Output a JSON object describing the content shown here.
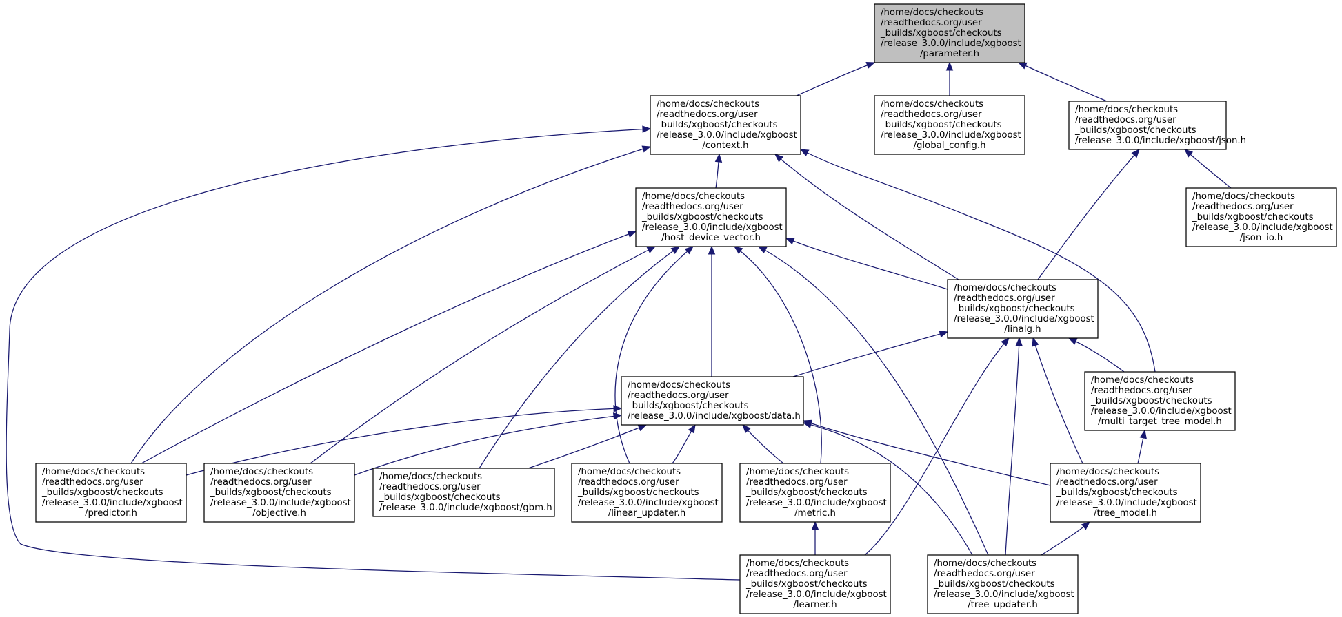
{
  "nodes": [
    {
      "id": "parameter",
      "lines": [
        "/home/docs/checkouts",
        "/readthedocs.org/user",
        "_builds/xgboost/checkouts",
        "/release_3.0.0/include/xgboost",
        "/parameter.h"
      ],
      "highlighted": true
    },
    {
      "id": "context",
      "lines": [
        "/home/docs/checkouts",
        "/readthedocs.org/user",
        "_builds/xgboost/checkouts",
        "/release_3.0.0/include/xgboost",
        "/context.h"
      ]
    },
    {
      "id": "global_config",
      "lines": [
        "/home/docs/checkouts",
        "/readthedocs.org/user",
        "_builds/xgboost/checkouts",
        "/release_3.0.0/include/xgboost",
        "/global_config.h"
      ]
    },
    {
      "id": "json",
      "lines": [
        "/home/docs/checkouts",
        "/readthedocs.org/user",
        "_builds/xgboost/checkouts",
        "/release_3.0.0/include/xgboost/json.h"
      ]
    },
    {
      "id": "json_io",
      "lines": [
        "/home/docs/checkouts",
        "/readthedocs.org/user",
        "_builds/xgboost/checkouts",
        "/release_3.0.0/include/xgboost",
        "/json_io.h"
      ]
    },
    {
      "id": "host_device_vector",
      "lines": [
        "/home/docs/checkouts",
        "/readthedocs.org/user",
        "_builds/xgboost/checkouts",
        "/release_3.0.0/include/xgboost",
        "/host_device_vector.h"
      ]
    },
    {
      "id": "linalg",
      "lines": [
        "/home/docs/checkouts",
        "/readthedocs.org/user",
        "_builds/xgboost/checkouts",
        "/release_3.0.0/include/xgboost",
        "/linalg.h"
      ]
    },
    {
      "id": "data",
      "lines": [
        "/home/docs/checkouts",
        "/readthedocs.org/user",
        "_builds/xgboost/checkouts",
        "/release_3.0.0/include/xgboost/data.h"
      ]
    },
    {
      "id": "multi_target_tree_model",
      "lines": [
        "/home/docs/checkouts",
        "/readthedocs.org/user",
        "_builds/xgboost/checkouts",
        "/release_3.0.0/include/xgboost",
        "/multi_target_tree_model.h"
      ]
    },
    {
      "id": "predictor",
      "lines": [
        "/home/docs/checkouts",
        "/readthedocs.org/user",
        "_builds/xgboost/checkouts",
        "/release_3.0.0/include/xgboost",
        "/predictor.h"
      ]
    },
    {
      "id": "objective",
      "lines": [
        "/home/docs/checkouts",
        "/readthedocs.org/user",
        "_builds/xgboost/checkouts",
        "/release_3.0.0/include/xgboost",
        "/objective.h"
      ]
    },
    {
      "id": "gbm",
      "lines": [
        "/home/docs/checkouts",
        "/readthedocs.org/user",
        "_builds/xgboost/checkouts",
        "/release_3.0.0/include/xgboost/gbm.h"
      ]
    },
    {
      "id": "linear_updater",
      "lines": [
        "/home/docs/checkouts",
        "/readthedocs.org/user",
        "_builds/xgboost/checkouts",
        "/release_3.0.0/include/xgboost",
        "/linear_updater.h"
      ]
    },
    {
      "id": "metric",
      "lines": [
        "/home/docs/checkouts",
        "/readthedocs.org/user",
        "_builds/xgboost/checkouts",
        "/release_3.0.0/include/xgboost",
        "/metric.h"
      ]
    },
    {
      "id": "tree_model",
      "lines": [
        "/home/docs/checkouts",
        "/readthedocs.org/user",
        "_builds/xgboost/checkouts",
        "/release_3.0.0/include/xgboost",
        "/tree_model.h"
      ]
    },
    {
      "id": "learner",
      "lines": [
        "/home/docs/checkouts",
        "/readthedocs.org/user",
        "_builds/xgboost/checkouts",
        "/release_3.0.0/include/xgboost",
        "/learner.h"
      ]
    },
    {
      "id": "tree_updater",
      "lines": [
        "/home/docs/checkouts",
        "/readthedocs.org/user",
        "_builds/xgboost/checkouts",
        "/release_3.0.0/include/xgboost",
        "/tree_updater.h"
      ]
    }
  ],
  "edges": [
    {
      "from": "context",
      "to": "parameter"
    },
    {
      "from": "global_config",
      "to": "parameter"
    },
    {
      "from": "json",
      "to": "parameter"
    },
    {
      "from": "json_io",
      "to": "json"
    },
    {
      "from": "linalg",
      "to": "json"
    },
    {
      "from": "host_device_vector",
      "to": "context"
    },
    {
      "from": "learner",
      "to": "context"
    },
    {
      "from": "predictor",
      "to": "context"
    },
    {
      "from": "linalg",
      "to": "context"
    },
    {
      "from": "multi_target_tree_model",
      "to": "context"
    },
    {
      "from": "linalg",
      "to": "host_device_vector"
    },
    {
      "from": "data",
      "to": "host_device_vector"
    },
    {
      "from": "predictor",
      "to": "host_device_vector"
    },
    {
      "from": "objective",
      "to": "host_device_vector"
    },
    {
      "from": "gbm",
      "to": "host_device_vector"
    },
    {
      "from": "linear_updater",
      "to": "host_device_vector"
    },
    {
      "from": "metric",
      "to": "host_device_vector"
    },
    {
      "from": "tree_updater",
      "to": "host_device_vector"
    },
    {
      "from": "data",
      "to": "linalg"
    },
    {
      "from": "multi_target_tree_model",
      "to": "linalg"
    },
    {
      "from": "tree_model",
      "to": "linalg"
    },
    {
      "from": "learner",
      "to": "linalg"
    },
    {
      "from": "tree_updater",
      "to": "linalg"
    },
    {
      "from": "predictor",
      "to": "data"
    },
    {
      "from": "objective",
      "to": "data"
    },
    {
      "from": "gbm",
      "to": "data"
    },
    {
      "from": "linear_updater",
      "to": "data"
    },
    {
      "from": "metric",
      "to": "data"
    },
    {
      "from": "tree_model",
      "to": "data"
    },
    {
      "from": "tree_updater",
      "to": "data"
    },
    {
      "from": "tree_model",
      "to": "multi_target_tree_model"
    },
    {
      "from": "learner",
      "to": "metric"
    },
    {
      "from": "tree_updater",
      "to": "tree_model"
    }
  ],
  "colors": {
    "edge": "#191970",
    "highlight_fill": "#bfbfbf",
    "node_border": "#000000"
  }
}
